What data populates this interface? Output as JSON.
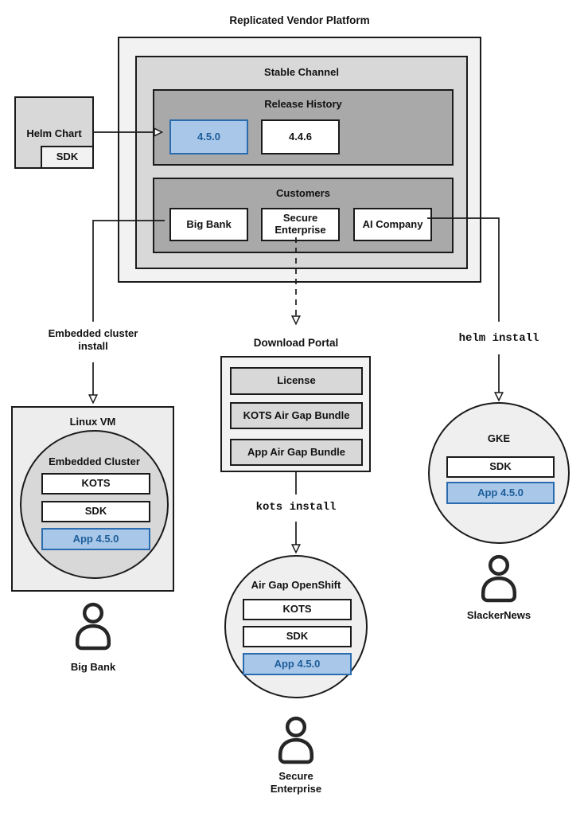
{
  "colors": {
    "highlight_fill": "#a9c7e9",
    "highlight_border": "#2b6cae",
    "highlight_text": "#1c5d99"
  },
  "title": "Replicated Vendor Platform",
  "platform": {
    "stable_channel": {
      "label": "Stable Channel",
      "release_history": {
        "label": "Release History",
        "releases": [
          {
            "version": "4.5.0",
            "highlighted": true
          },
          {
            "version": "4.4.6",
            "highlighted": false
          }
        ]
      },
      "customers": {
        "label": "Customers",
        "items": [
          {
            "name": "Big Bank"
          },
          {
            "name": "Secure Enterprise"
          },
          {
            "name": "AI Company"
          }
        ]
      }
    }
  },
  "helm_chart": {
    "label": "Helm Chart",
    "sdk": "SDK"
  },
  "left_flow": {
    "arrow_label": "Embedded cluster install",
    "vm": {
      "label": "Linux VM"
    },
    "cluster": {
      "label": "Embedded Cluster",
      "components": [
        "KOTS",
        "SDK",
        "App 4.5.0"
      ]
    },
    "persona": "Big Bank"
  },
  "middle_flow": {
    "portal": {
      "label": "Download Portal",
      "items": [
        "License",
        "KOTS Air Gap Bundle",
        "App Air Gap Bundle"
      ]
    },
    "command": "kots install",
    "cluster": {
      "label": "Air Gap OpenShift",
      "components": [
        "KOTS",
        "SDK",
        "App 4.5.0"
      ]
    },
    "persona": "Secure Enterprise"
  },
  "right_flow": {
    "command": "helm install",
    "cluster": {
      "label": "GKE",
      "components": [
        "SDK",
        "App 4.5.0"
      ]
    },
    "persona": "SlackerNews"
  }
}
